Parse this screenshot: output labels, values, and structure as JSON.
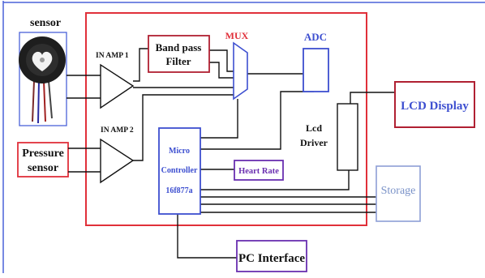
{
  "diagram": {
    "sensor_label": "sensor",
    "pressure_sensor_line1": "Pressure",
    "pressure_sensor_line2": "sensor",
    "inamp1_label": "IN AMP 1",
    "inamp2_label": "IN AMP 2",
    "bandpass_line1": "Band pass",
    "bandpass_line2": "Filter",
    "mux_label": "MUX",
    "adc_label": "ADC",
    "lcd_driver_line1": "Lcd",
    "lcd_driver_line2": "Driver",
    "lcd_display_label": "LCD Display",
    "micro_line1": "Micro",
    "micro_line2": "Controller",
    "micro_line3": "16f877a",
    "heart_rate_label": "Heart Rate",
    "storage_label": "Storage",
    "pc_interface_label": "PC Interface"
  },
  "colors": {
    "red": "#e0303a",
    "blue": "#3d4fd0",
    "maroon": "#b02032",
    "purple": "#6a2fb0",
    "storage_text": "#7a92c8",
    "storage_border": "#8e9ed6",
    "line": "#111111"
  }
}
